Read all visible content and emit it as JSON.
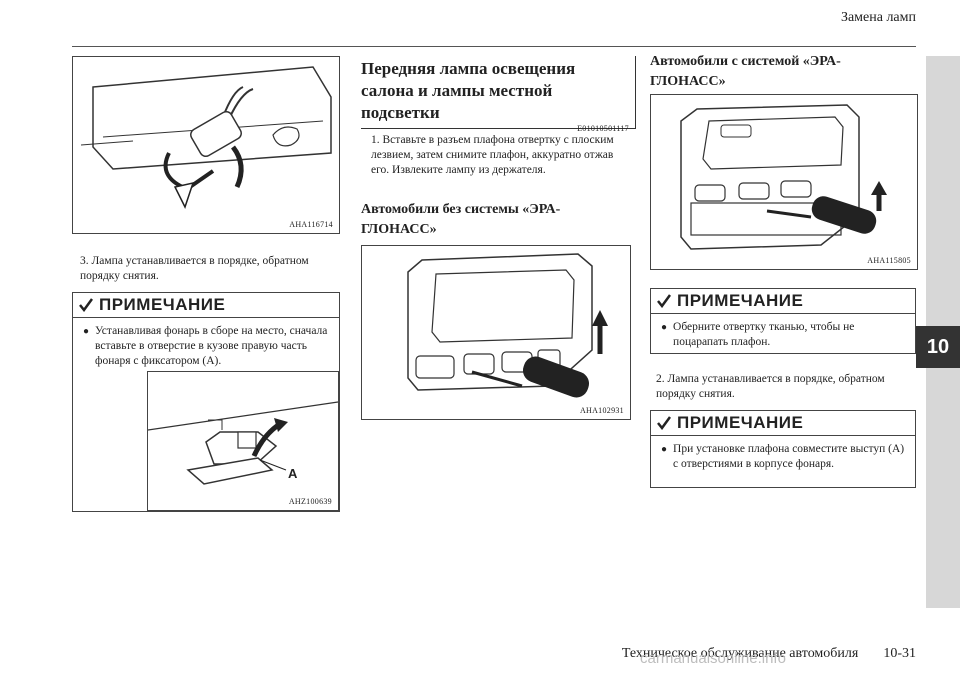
{
  "header": {
    "title": "Замена ламп"
  },
  "chapter_tab": "10",
  "footer": {
    "section": "Техническое обслуживание автомобиля",
    "page": "10-31"
  },
  "watermark": "carmanualsonline.info",
  "col1": {
    "fig1_code": "AHA116714",
    "step3": "3. Лампа устанавливается в порядке, обратном порядку снятия.",
    "note1": {
      "title": "ПРИМЕЧАНИЕ",
      "text": "Устанавливая фонарь в сборе на место, сначала вставьте в отверстие в кузове правую часть фонаря с фиксатором (A).",
      "fig_code": "AHZ100639",
      "fig_label": "A"
    }
  },
  "col2": {
    "heading": "Передняя лампа освещения салона и лампы местной подсветки",
    "code": "E01010501117",
    "step1": "1. Вставьте в разъем плафона отвертку с плоским лезвием, затем снимите плафон, аккуратно отжав его. Извлеките лампу из держателя.",
    "subheading": "Автомобили без системы «ЭРА-ГЛОНАСС»",
    "fig_code": "AHA102931"
  },
  "col3": {
    "subheading": "Автомобили с системой «ЭРА-ГЛОНАСС»",
    "fig_code": "AHA115805",
    "note1": {
      "title": "ПРИМЕЧАНИЕ",
      "text": "Оберните отвертку тканью, чтобы не поцарапать плафон."
    },
    "step2": "2. Лампа устанавливается в порядке, обратном порядку снятия.",
    "note2": {
      "title": "ПРИМЕЧАНИЕ",
      "text": "При установке плафона совместите выступ (A) с отверстиями в корпусе фонаря."
    }
  }
}
